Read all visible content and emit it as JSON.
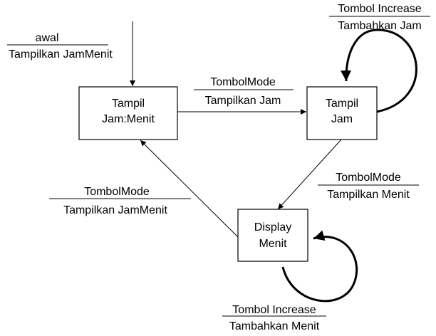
{
  "states": {
    "tampil_jam_menit": {
      "line1": "Tampil",
      "line2": "Jam:Menit"
    },
    "tampil_jam": {
      "line1": "Tampil",
      "line2": "Jam"
    },
    "display_menit": {
      "line1": "Display",
      "line2": "Menit"
    }
  },
  "transitions": {
    "initial": {
      "event": "awal",
      "action": "Tampilkan JamMenit"
    },
    "jammenit_to_jam": {
      "event": "TombolMode",
      "action": "Tampilkan Jam"
    },
    "jam_self": {
      "event": "Tombol Increase",
      "action": "Tambahkan Jam"
    },
    "jam_to_menit": {
      "event": "TombolMode",
      "action": "Tampilkan Menit"
    },
    "menit_to_jammenit": {
      "event": "TombolMode",
      "action": "Tampilkan JamMenit"
    },
    "menit_self": {
      "event": "Tombol Increase",
      "action": "Tambahkan Menit"
    }
  }
}
